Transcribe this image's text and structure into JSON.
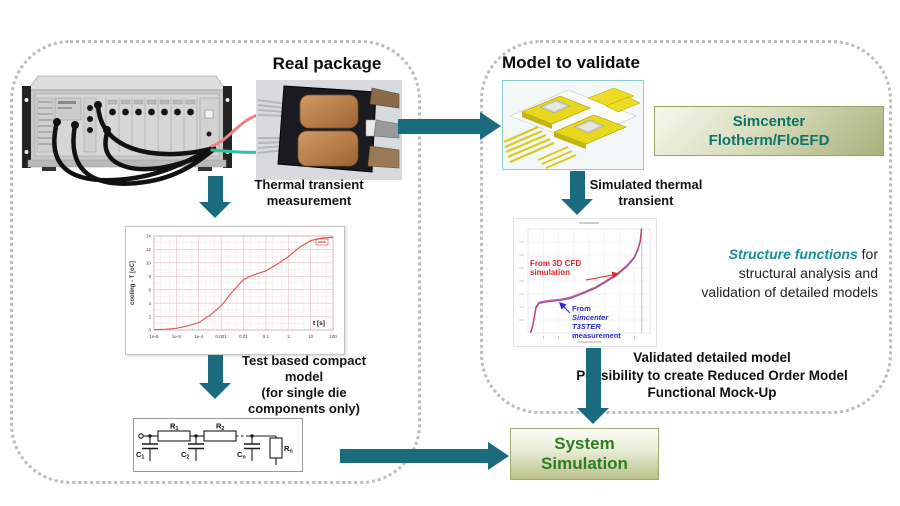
{
  "colors": {
    "arrow": "#1a6b7d",
    "dash": "#bdbdbd",
    "teal_text": "#168fa0",
    "simcenter_text": "#0c7468",
    "system_text": "#2e7d21",
    "red": "#e0242c",
    "blue": "#2b2bd0"
  },
  "left_group": {
    "real_package_title": "Real package",
    "thermal_arrow_label": "Thermal transient\nmeasurement",
    "compact_model_label": "Test based compact\nmodel\n(for single die\ncomponents only)",
    "circuit": {
      "r1": {
        "base": "R",
        "sub": "1"
      },
      "r2": {
        "base": "R",
        "sub": "2"
      },
      "c1": {
        "base": "C",
        "sub": "1"
      },
      "c2": {
        "base": "C",
        "sub": "2"
      },
      "cn": {
        "base": "C",
        "sub": "n"
      },
      "rn": {
        "base": "R",
        "sub": "n"
      }
    }
  },
  "right_group": {
    "model_to_validate_title": "Model to validate",
    "simcenter_box": {
      "line1": "Simcenter",
      "line2": "Flotherm/FloEFD"
    },
    "simulated_arrow_label": "Simulated thermal\ntransient",
    "structure_note": {
      "highlight": "Structure functions",
      "after": " for",
      "line2": "structural analysis and",
      "line3": "validation of detailed models"
    },
    "validated_note": "Validated detailed model\nPossibility to create Reduced Order Model\nFunctional Mock-Up"
  },
  "system_box": {
    "line1": "System",
    "line2": "Simulation"
  },
  "chart_data": [
    {
      "id": "cooling_curve",
      "type": "line",
      "title": "",
      "xlabel": "t [s]",
      "ylabel": "cooling - T [oC]",
      "x_scale": "log",
      "xticks": [
        "1e-6",
        "1e-5",
        "1e-4",
        "0.001",
        "0.01",
        "0.1",
        "1",
        "10",
        "100"
      ],
      "yticks": [
        0,
        2,
        4,
        6,
        8,
        10,
        12,
        14
      ],
      "xlim_log10": [
        -6,
        2
      ],
      "ylim": [
        0,
        14
      ],
      "grid": "on",
      "series": [
        {
          "name": "thermal transient cooling curve",
          "color": "#e05c5c",
          "logt": [
            -6,
            -5.5,
            -5,
            -4.5,
            -4,
            -3.5,
            -3,
            -2.5,
            -2,
            -1.7,
            -1.3,
            -1,
            -0.5,
            0,
            0.5,
            1,
            1.5,
            2
          ],
          "T": [
            0.05,
            0.1,
            0.25,
            0.6,
            1.1,
            2.2,
            3.6,
            5.7,
            7.5,
            8.0,
            8.5,
            8.8,
            9.8,
            10.9,
            12.3,
            13.3,
            13.7,
            13.8
          ]
        }
      ]
    },
    {
      "id": "structure_function",
      "type": "line",
      "title": "",
      "xlabel": "",
      "ylabel": "",
      "grid": "on",
      "note": "axis tick text illegible in source; curve shape normalized 0-1",
      "series": [
        {
          "name": "structure function (3D CFD and T3STER, overlapping)",
          "colors": [
            "#8b4fb0",
            "#d4394a"
          ],
          "x": [
            0.02,
            0.035,
            0.05,
            0.065,
            0.09,
            0.15,
            0.27,
            0.35,
            0.45,
            0.55,
            0.65,
            0.74,
            0.81,
            0.87,
            0.9,
            0.92,
            0.93
          ],
          "y": [
            0.0,
            0.05,
            0.14,
            0.24,
            0.285,
            0.3,
            0.315,
            0.335,
            0.38,
            0.43,
            0.5,
            0.57,
            0.64,
            0.72,
            0.8,
            0.88,
            1.0
          ]
        }
      ],
      "annotations": {
        "red": {
          "text": "From 3D CFD\nsimulation"
        },
        "blue": {
          "lines": [
            "From",
            "Simcenter",
            "T3STER",
            "measurement"
          ]
        }
      }
    }
  ]
}
